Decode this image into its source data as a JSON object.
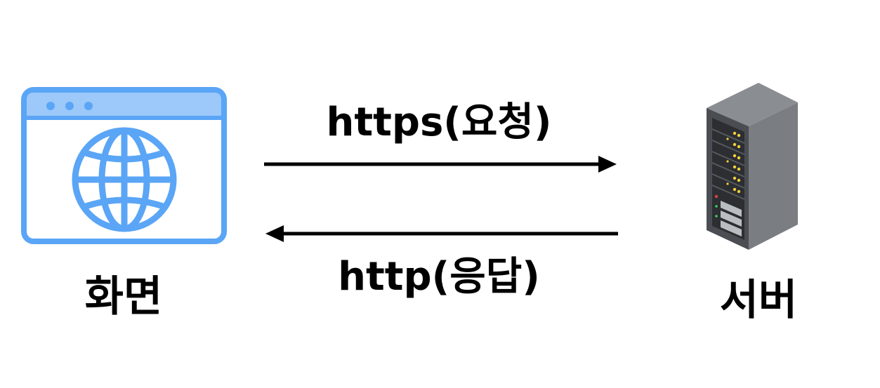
{
  "diagram": {
    "client": {
      "label": "화면",
      "icon": "browser-globe-icon",
      "color": "#5aa5f6"
    },
    "server": {
      "label": "서버",
      "icon": "server-rack-icon",
      "color": "#5a5d62"
    },
    "request": {
      "label": "https(요청)",
      "direction": "client-to-server"
    },
    "response": {
      "label": "http(응답)",
      "direction": "server-to-client"
    }
  }
}
